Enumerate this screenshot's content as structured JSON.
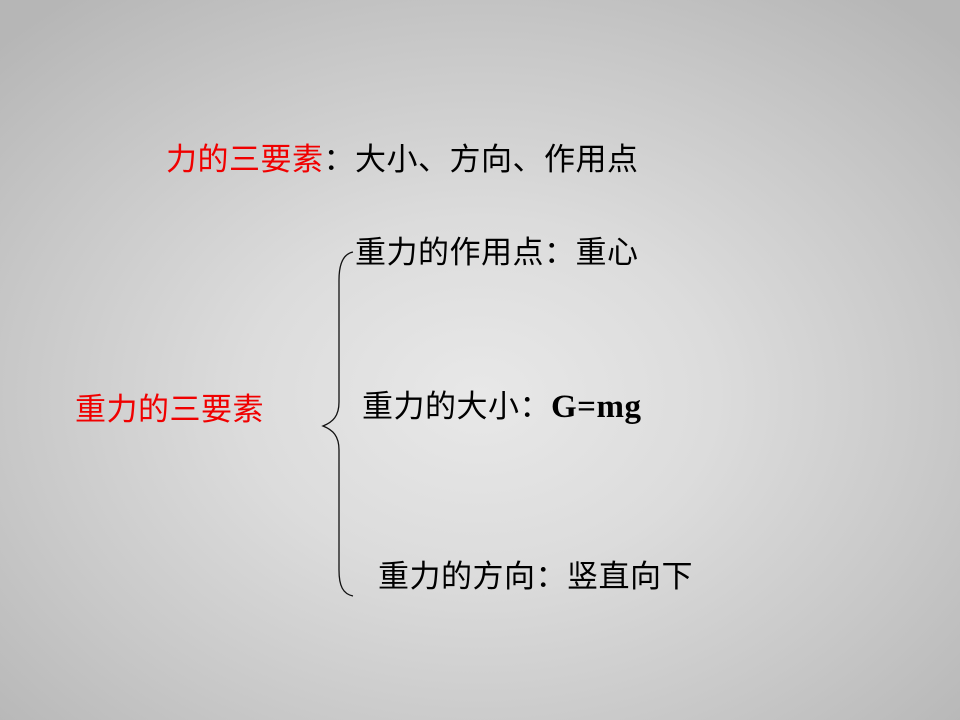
{
  "slide": {
    "colors": {
      "accent_red": "#f00000",
      "text": "#000000",
      "background_center": "#e8e8e8",
      "background_edge": "#b6b6b6"
    },
    "force_elements_line": {
      "label": "力的三要素",
      "colon": "：",
      "items_text": "大小、方向、作用点"
    },
    "gravity": {
      "title": "重力的三要素",
      "brace_icon": "curly-brace",
      "items": [
        {
          "label": "重力的作用点",
          "colon": "：",
          "value": "重心"
        },
        {
          "label": "重力的大小",
          "colon": "：",
          "value": "G=mg"
        },
        {
          "label": "重力的方向",
          "colon": "：",
          "value": "竖直向下"
        }
      ]
    }
  }
}
